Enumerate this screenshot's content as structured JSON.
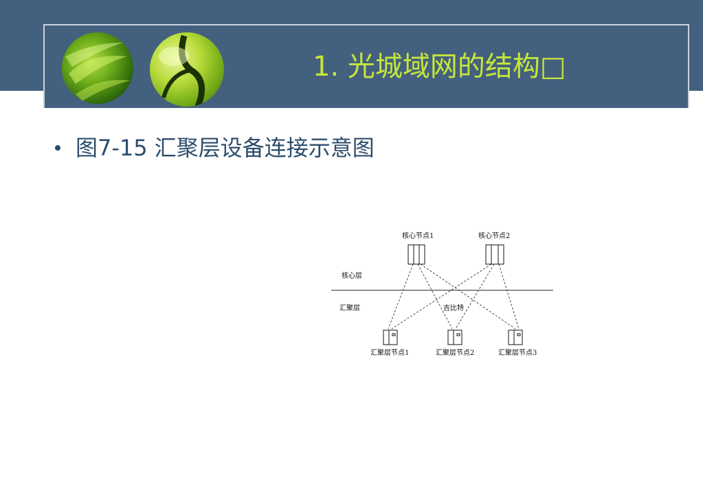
{
  "slide": {
    "title": "1. 光城域网的结构□",
    "bullet": "图7-15 汇聚层设备连接示意图"
  },
  "diagram": {
    "core_nodes": [
      "核心节点1",
      "核心节点2"
    ],
    "layer_labels": {
      "core": "核心层",
      "aggregation": "汇聚层"
    },
    "aggregation_nodes": [
      "汇聚层节点1",
      "汇聚层节点2",
      "汇聚层节点3"
    ],
    "link_label": "吉比特",
    "links": [
      {
        "from": "核心节点1",
        "to": "汇聚层节点1"
      },
      {
        "from": "核心节点1",
        "to": "汇聚层节点2"
      },
      {
        "from": "核心节点1",
        "to": "汇聚层节点3"
      },
      {
        "from": "核心节点2",
        "to": "汇聚层节点1"
      },
      {
        "from": "核心节点2",
        "to": "汇聚层节点2"
      },
      {
        "from": "核心节点2",
        "to": "汇聚层节点3"
      }
    ]
  },
  "colors": {
    "banner": "#44607f",
    "title_text": "#c6e63a",
    "body_text": "#2c4d6b"
  }
}
